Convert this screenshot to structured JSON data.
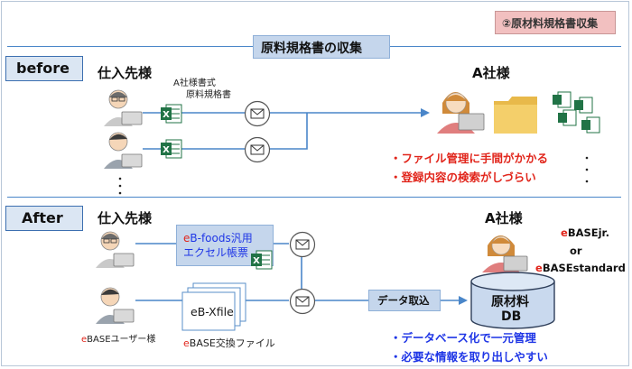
{
  "badge": "②原材料規格書収集",
  "title": "原料規格書の収集",
  "before": {
    "label": "before",
    "supplier_heading": "仕入先様",
    "doc_caption_1": "A社様書式",
    "doc_caption_2": "原料規格書",
    "company": "A社様",
    "problems": [
      "・ファイル管理に手間がかかる",
      "・登録内容の検索がしづらい"
    ],
    "more_dots": "・\n・\n・"
  },
  "after": {
    "label": "After",
    "supplier_heading": "仕入先様",
    "excel_box_e": "e",
    "excel_box_line1": "B-foods汎用",
    "excel_box_line2": "エクセル帳票",
    "xfile_label": "eB-Xfile",
    "user_label_e": "e",
    "user_label_rest": "BASEユーザー様",
    "exchange_e": "e",
    "exchange_rest": "BASE交換ファイル",
    "import_label": "データ取込",
    "company": "A社様",
    "db_line1": "原材料",
    "db_line2": "DB",
    "products_e1": "e",
    "products_rest1": "BASEjr.",
    "products_or": "or",
    "products_e2": "e",
    "products_rest2": "BASEstandard",
    "benefits": [
      "・データベース化で一元管理",
      "・必要な情報を取り出しやすい"
    ]
  },
  "colors": {
    "accent_blue": "#4a86c9",
    "badge_bg": "#f2c0c0",
    "title_bg": "#c5d6ec",
    "label_bg": "#dbe6f3",
    "label_border": "#3c6fb0",
    "problem_red": "#e1261c",
    "benefit_blue": "#1f36e6",
    "excel_green": "#217346"
  }
}
